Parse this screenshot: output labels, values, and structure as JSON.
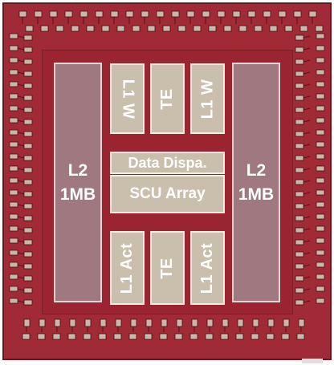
{
  "die": {
    "fill_color": "#a02a35",
    "block_color": "#cabfad",
    "memory_color": "#a07880"
  },
  "blocks": {
    "l2_left": {
      "line1": "L2",
      "line2": "1MB"
    },
    "l2_right": {
      "line1": "L2",
      "line2": "1MB"
    },
    "l1w_left": "L1 W",
    "te_top": "TE",
    "l1w_right": "L1 W",
    "data_dispatch": "Data Dispa.",
    "scu_array": "SCU Array",
    "l1act_left": "L1 Act",
    "te_bottom": "TE",
    "l1act_right": "L1 Act"
  }
}
